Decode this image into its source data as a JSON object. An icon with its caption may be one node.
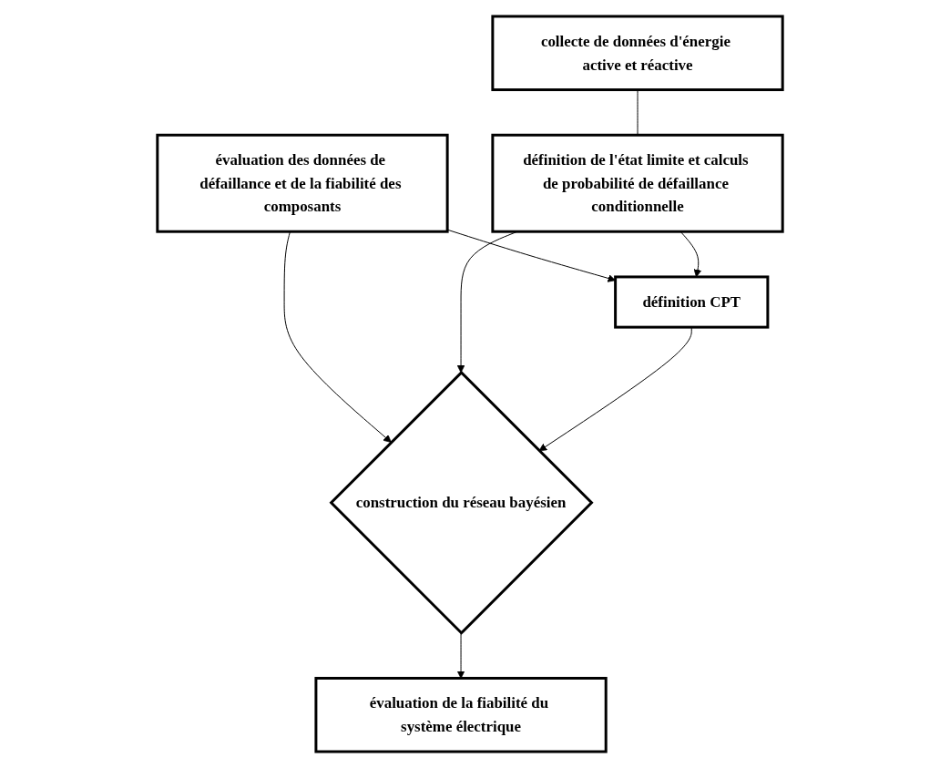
{
  "diagram": {
    "nodes": [
      {
        "text": [
          "collecte de données d'énergie active et réactive"
        ]
      },
      {
        "text": [
          "évaluation des données de défaillance et de la fiabilité des composants"
        ]
      },
      {
        "text": [
          "définition de l'état limite et calculs de probabilité de défaillance conditionnelle"
        ]
      },
      {
        "text": [
          "définition CPT"
        ]
      },
      {
        "text": [
          "construction du réseau bayésien"
        ]
      },
      {
        "text": [
          "évaluation de la fiabilité du système électrique"
        ]
      }
    ],
    "edges": [
      {
        "from": 0,
        "to": 2,
        "arrow": "none"
      },
      {
        "from": 1,
        "to": 3,
        "arrow": "to"
      },
      {
        "from": 1,
        "to": 4,
        "arrow": "to"
      },
      {
        "from": 2,
        "to": 3,
        "arrow": "to"
      },
      {
        "from": 2,
        "to": 4,
        "arrow": "to"
      },
      {
        "from": 3,
        "to": 4,
        "arrow": "to"
      },
      {
        "from": 4,
        "to": 5,
        "arrow": "to"
      }
    ]
  }
}
